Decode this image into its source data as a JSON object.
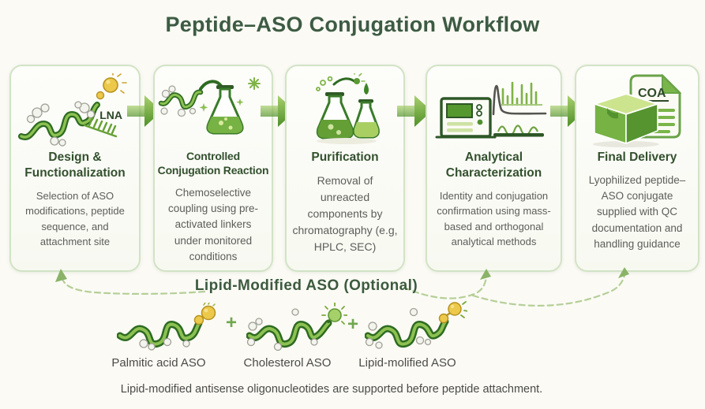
{
  "title": "Peptide–ASO Conjugation Workflow",
  "colors": {
    "background": "#fbfaf5",
    "title_green": "#3d5b43",
    "heading_green": "#33502e",
    "body_gray": "#5d5d5a",
    "card_border": "#d2e3c6",
    "arrow_green_light": "#a9d06e",
    "arrow_green_dark": "#4f9028",
    "dashed_line": "#b5cf97",
    "gold": "#ecc94b"
  },
  "workflow": {
    "steps": [
      {
        "title": "Design & Functionalization",
        "description": "Selection of ASO modifications, peptide sequence, and attachment site",
        "icon": "helix-lna-icon",
        "icon_label": "LNA"
      },
      {
        "title": "Controlled Conjugation Reaction",
        "description": "Chemoselective coupling using pre-activated linkers under monitored conditions",
        "icon": "helix-flask-icon"
      },
      {
        "title": "Purification",
        "description": "Removal of unreacted components by chromatography (e.g, HPLC, SEC)",
        "icon": "two-flasks-icon"
      },
      {
        "title": "Analytical Characterization",
        "description": "Identity and conjugation confirmation using mass-based and orthogonal analytical methods",
        "icon": "instrument-chromatogram-icon"
      },
      {
        "title": "Final Delivery",
        "description": "Lyophilized peptide–ASO conjugate supplied with QC documentation and handling guidance",
        "icon": "box-coa-document-icon",
        "icon_label": "COA"
      }
    ]
  },
  "optional_section": {
    "label": "Lipid-Modified ASO (Optional)",
    "plus": "+",
    "variants": [
      {
        "label": "Palmitic acid ASO",
        "icon": "helix-palmitic-icon"
      },
      {
        "label": "Cholesterol ASO",
        "icon": "helix-cholesterol-icon"
      },
      {
        "label": "Lipid-molified ASO",
        "icon": "helix-lipid-icon"
      }
    ],
    "note": "Lipid-modified antisense oligonucleotides are supported before peptide attachment."
  }
}
